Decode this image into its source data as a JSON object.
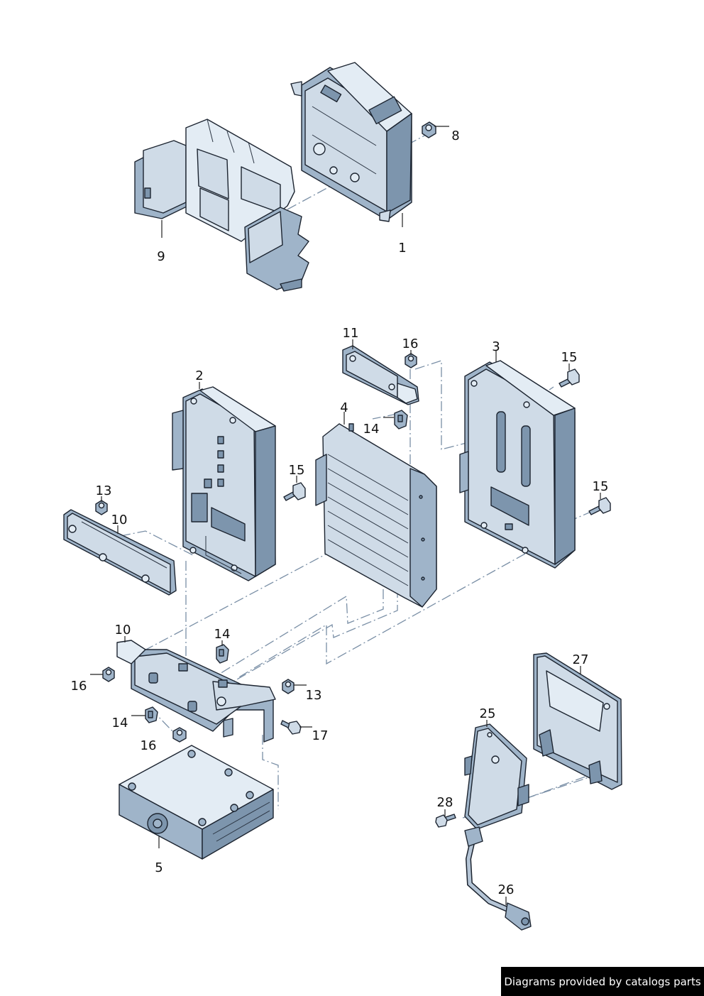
{
  "callouts": {
    "p1": "1",
    "p2": "2",
    "p3": "3",
    "p4": "4",
    "p5": "5",
    "p8": "8",
    "p9": "9",
    "p10a": "10",
    "p10b": "10",
    "p11": "11",
    "p13a": "13",
    "p13b": "13",
    "p14a": "14",
    "p14b": "14",
    "p14c": "14",
    "p15a": "15",
    "p15b": "15",
    "p15c": "15",
    "p16a": "16",
    "p16b": "16",
    "p16c": "16",
    "p17": "17",
    "p25": "25",
    "p26": "26",
    "p27": "27",
    "p28": "28"
  },
  "footer": {
    "text": "Diagrams provided by catalogs parts"
  }
}
